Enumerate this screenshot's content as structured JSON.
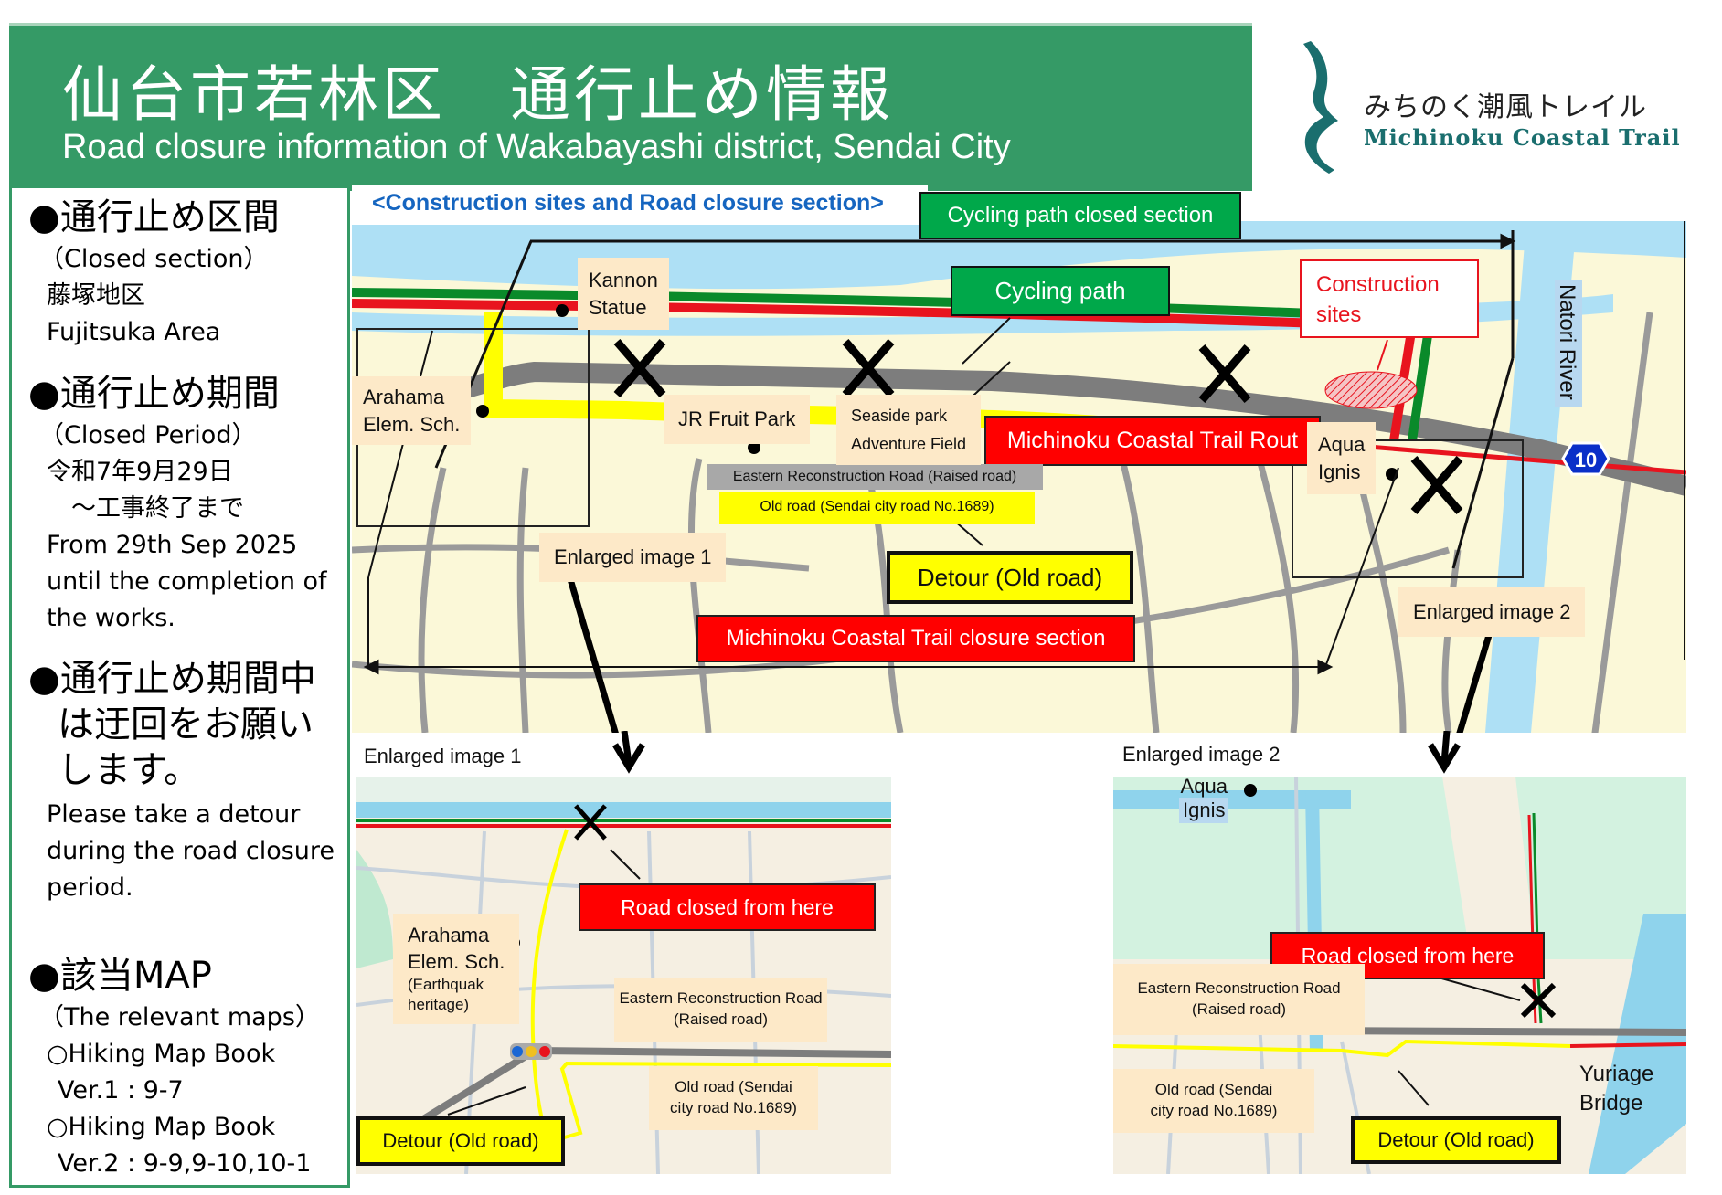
{
  "header": {
    "title_jp": "仙台市若林区　通行止め情報",
    "title_en": "Road closure information of Wakabayashi district, Sendai City"
  },
  "logo": {
    "icon": "wave-emblem-icon",
    "name_jp": "みちのく潮風トレイル",
    "name_en": "Michinoku Coastal Trail",
    "color": "#1a6e6e"
  },
  "left_panel": {
    "closed_section": {
      "heading": "●通行止め区間",
      "heading_en": "（Closed section）",
      "area_jp": "藤塚地区",
      "area_en": "Fujitsuka Area"
    },
    "closed_period": {
      "heading": "●通行止め期間",
      "heading_en": "（Closed Period）",
      "date_jp_1": "令和7年9月29日",
      "date_jp_2": "　～工事終了まで",
      "date_en_1": "From 29th Sep 2025",
      "date_en_2": "until the completion of",
      "date_en_3": "the works."
    },
    "detour_notice": {
      "line_1": "●通行止め期間中",
      "line_2": "は迂回をお願い",
      "line_3": "します。",
      "en_1": "Please take a detour",
      "en_2": "during the road closure",
      "en_3": "period."
    },
    "maps": {
      "heading": "●該当MAP",
      "heading_en": "（The relevant maps）",
      "item_1": "○Hiking Map Book",
      "item_1_ver": "Ver.1 : 9-7",
      "item_2": "○Hiking Map Book",
      "item_2_ver": "Ver.2 : 9-9,9-10,10-1"
    }
  },
  "main_map": {
    "title": "<Construction sites and Road closure section>",
    "cycling_closed_label": "Cycling path closed section",
    "cycling_path_label": "Cycling path",
    "construction_sites_label": "Construction sites",
    "construction_sites_line1": "Construction",
    "construction_sites_line2": "sites",
    "trail_route_label": "Michinoku Coastal Trail Rout",
    "closure_section_label": "Michinoku Coastal Trail closure section",
    "detour_label": "Detour (Old road)",
    "raised_road_label": "Eastern Reconstruction Road (Raised road)",
    "old_road_label": "Old road (Sendai city road No.1689)",
    "enlarged_1_label": "Enlarged image 1",
    "enlarged_2_label": "Enlarged image 2",
    "route_number": "10",
    "river_label": "Natori River",
    "places": {
      "kannon_1": "Kannon",
      "kannon_2": "Statue",
      "arahama_1": "Arahama",
      "arahama_2": "Elem. Sch.",
      "jr_fruit_park": "JR Fruit Park",
      "seaside_1": "Seaside park",
      "seaside_2": "Adventure Field",
      "aqua_1": "Aqua",
      "aqua_2": "Ignis"
    },
    "colors": {
      "trail": "#e8141e",
      "cycling": "#0a8a2a",
      "detour": "#ffff00",
      "road": "#808080",
      "water": "#aee0f5",
      "land": "#fbf8d8"
    }
  },
  "enlarged_1": {
    "caption": "Enlarged image 1",
    "road_closed_label": "Road closed from here",
    "school_1": "Arahama",
    "school_2": "Elem. Sch.",
    "school_3": "(Earthquak",
    "school_4": "heritage)",
    "raised_road_1": "Eastern Reconstruction Road",
    "raised_road_2": "(Raised road)",
    "old_road_1": "Old road (Sendai",
    "old_road_2": "city road No.1689)",
    "detour_label": "Detour (Old road)"
  },
  "enlarged_2": {
    "caption": "Enlarged image 2",
    "aqua_1": "Aqua",
    "aqua_2": "Ignis",
    "road_closed_label": "Road closed from here",
    "raised_road_1": "Eastern Reconstruction Road",
    "raised_road_2": "(Raised road)",
    "old_road_1": "Old road (Sendai",
    "old_road_2": "city road No.1689)",
    "detour_label": "Detour (Old road)",
    "bridge_1": "Yuriage",
    "bridge_2": "Bridge"
  }
}
